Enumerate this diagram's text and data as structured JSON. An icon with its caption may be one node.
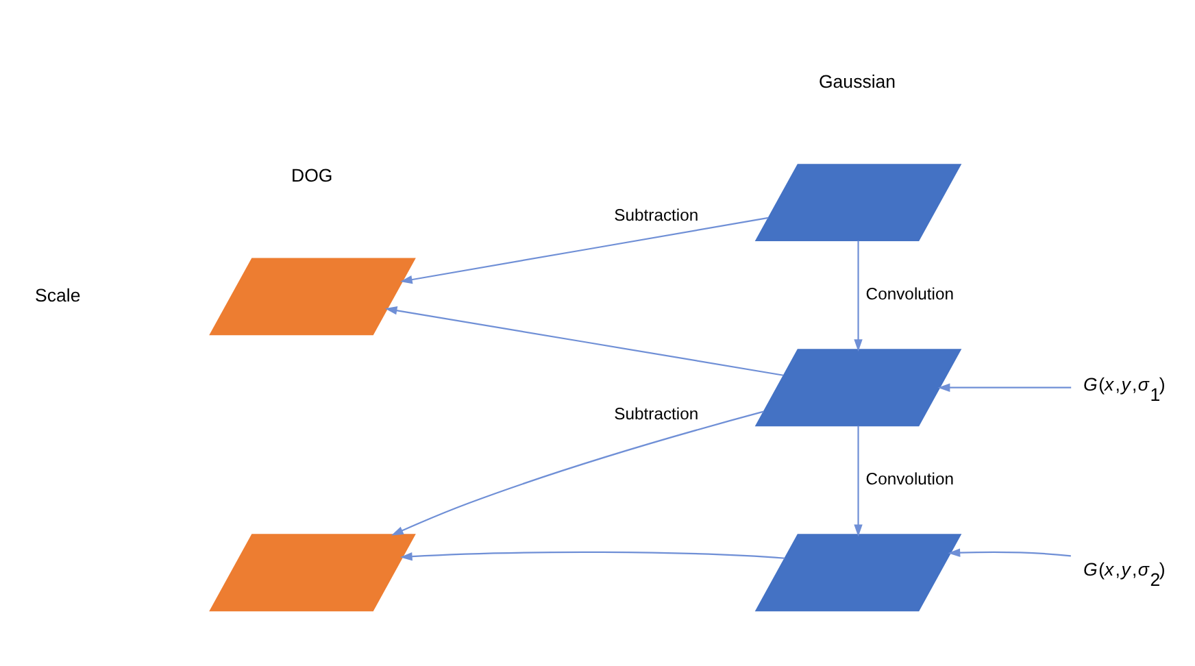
{
  "diagram": {
    "nodes": [
      {
        "text": [],
        "shape": "parallelogram"
      },
      {
        "text": [],
        "shape": "parallelogram"
      },
      {
        "text": [],
        "shape": "parallelogram"
      },
      {
        "text": [],
        "shape": "parallelogram"
      },
      {
        "text": [],
        "shape": "parallelogram"
      },
      {
        "text": [
          "*G*(*x*,*y*,*σ*$_{2}$)"
        ]
      },
      {
        "text": [
          "*G*(*x*,*y*,*σ*$_{1}$)"
        ]
      }
    ],
    "edges": [
      {
        "from": 3,
        "to": 0,
        "arrow": "to",
        "label": "Subtraction"
      },
      {
        "from": 2,
        "to": 0,
        "arrow": "to"
      },
      {
        "from": 4,
        "to": 1,
        "arrow": "to",
        "label": "Subtraction"
      },
      {
        "from": 3,
        "to": 1,
        "arrow": "to"
      },
      {
        "from": 4,
        "to": 3,
        "arrow": "to",
        "label": "Convolution"
      },
      {
        "from": 6,
        "to": 3,
        "arrow": "to"
      },
      {
        "from": 3,
        "to": 2,
        "arrow": "to",
        "label": "Convolution"
      },
      {
        "from": 5,
        "to": 2,
        "arrow": "to"
      }
    ],
    "labels": [
      "Scale",
      "DOG",
      "Gaussian"
    ]
  }
}
